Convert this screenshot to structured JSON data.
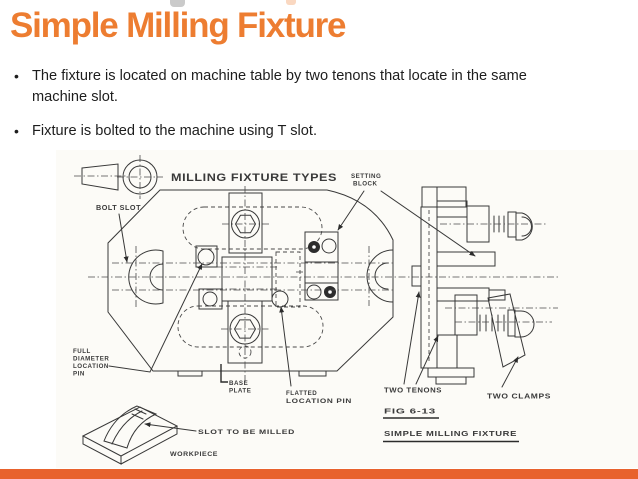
{
  "theme": {
    "accent": "#ED7D31",
    "footer_bar": "#E8622D",
    "ink": "#383838"
  },
  "slide": {
    "title": "Simple Milling Fixture",
    "bullets": [
      "The fixture is located on machine table by two tenons that locate in the same machine slot.",
      "Fixture is bolted to the machine using T slot."
    ]
  },
  "figure": {
    "heading": "MILLING FIXTURE TYPES",
    "labels": {
      "setting_line1": "SETTING",
      "setting_line2": "BLOCK",
      "bolt_slot": "BOLT SLOT",
      "full_line1": "FULL",
      "full_line2": "DIAMETER",
      "full_line3": "LOCATION",
      "full_line4": "PIN",
      "base_line1": "BASE",
      "base_line2": "PLATE",
      "flatted_line1": "FLATTED",
      "flatted_line2": "LOCATION PIN",
      "two_tenons": "TWO TENONS",
      "two_clamps": "TWO CLAMPS",
      "fig_no": "FIG 6-13",
      "fig_title": "SIMPLE MILLING FIXTURE",
      "slot_milled": "SLOT TO BE MILLED",
      "workpiece": "WORKPIECE"
    }
  }
}
